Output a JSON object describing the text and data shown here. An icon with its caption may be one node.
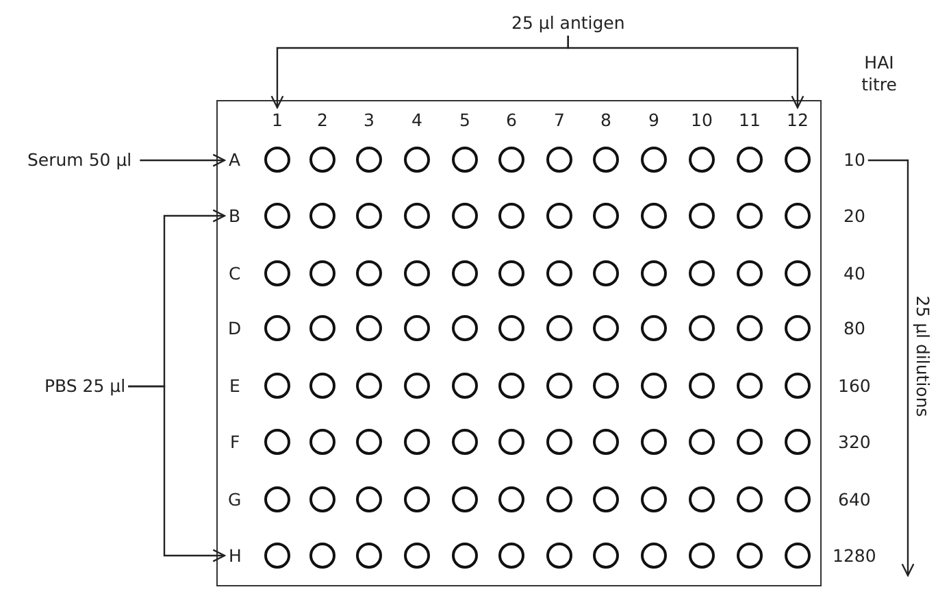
{
  "diagram": {
    "nodes": [
      {
        "text": [
          "25 µl antigen"
        ]
      },
      {
        "text": [
          "Serum 50 µl"
        ]
      },
      {
        "text": [
          "PBS 25 µl"
        ]
      },
      {
        "text": [],
        "shape": "box"
      },
      {
        "text": [
          "1"
        ],
        "in": 3
      },
      {
        "text": [
          "2"
        ],
        "in": 3
      },
      {
        "text": [
          "3"
        ],
        "in": 3
      },
      {
        "text": [
          "4"
        ],
        "in": 3
      },
      {
        "text": [
          "5"
        ],
        "in": 3
      },
      {
        "text": [
          "6"
        ],
        "in": 3
      },
      {
        "text": [
          "7"
        ],
        "in": 3
      },
      {
        "text": [
          "8"
        ],
        "in": 3
      },
      {
        "text": [
          "9"
        ],
        "in": 3
      },
      {
        "text": [
          "10"
        ],
        "in": 3
      },
      {
        "text": [
          "11"
        ],
        "in": 3
      },
      {
        "text": [
          "12"
        ],
        "in": 3
      },
      {
        "text": [
          "A"
        ],
        "in": 3
      },
      {
        "text": [],
        "shape": "circle",
        "in": 3
      },
      {
        "text": [],
        "shape": "circle",
        "in": 3
      },
      {
        "text": [],
        "shape": "circle",
        "in": 3
      },
      {
        "text": [],
        "shape": "circle",
        "in": 3
      },
      {
        "text": [],
        "shape": "circle",
        "in": 3
      },
      {
        "text": [],
        "shape": "circle",
        "in": 3
      },
      {
        "text": [],
        "shape": "circle",
        "in": 3
      },
      {
        "text": [],
        "shape": "circle",
        "in": 3
      },
      {
        "text": [],
        "shape": "circle",
        "in": 3
      },
      {
        "text": [],
        "shape": "circle",
        "in": 3
      },
      {
        "text": [],
        "shape": "circle",
        "in": 3
      },
      {
        "text": [],
        "shape": "circle",
        "in": 3
      },
      {
        "text": [
          "B"
        ],
        "in": 3
      },
      {
        "text": [],
        "shape": "circle",
        "in": 3
      },
      {
        "text": [],
        "shape": "circle",
        "in": 3
      },
      {
        "text": [],
        "shape": "circle",
        "in": 3
      },
      {
        "text": [],
        "shape": "circle",
        "in": 3
      },
      {
        "text": [],
        "shape": "circle",
        "in": 3
      },
      {
        "text": [],
        "shape": "circle",
        "in": 3
      },
      {
        "text": [],
        "shape": "circle",
        "in": 3
      },
      {
        "text": [],
        "shape": "circle",
        "in": 3
      },
      {
        "text": [],
        "shape": "circle",
        "in": 3
      },
      {
        "text": [],
        "shape": "circle",
        "in": 3
      },
      {
        "text": [],
        "shape": "circle",
        "in": 3
      },
      {
        "text": [],
        "shape": "circle",
        "in": 3
      },
      {
        "text": [
          "C"
        ],
        "in": 3
      },
      {
        "text": [],
        "shape": "circle",
        "in": 3
      },
      {
        "text": [],
        "shape": "circle",
        "in": 3
      },
      {
        "text": [],
        "shape": "circle",
        "in": 3
      },
      {
        "text": [],
        "shape": "circle",
        "in": 3
      },
      {
        "text": [],
        "shape": "circle",
        "in": 3
      },
      {
        "text": [],
        "shape": "circle",
        "in": 3
      },
      {
        "text": [],
        "shape": "circle",
        "in": 3
      },
      {
        "text": [],
        "shape": "circle",
        "in": 3
      },
      {
        "text": [],
        "shape": "circle",
        "in": 3
      },
      {
        "text": [],
        "shape": "circle",
        "in": 3
      },
      {
        "text": [],
        "shape": "circle",
        "in": 3
      },
      {
        "text": [],
        "shape": "circle",
        "in": 3
      },
      {
        "text": [
          "D"
        ],
        "in": 3
      },
      {
        "text": [],
        "shape": "circle",
        "in": 3
      },
      {
        "text": [],
        "shape": "circle",
        "in": 3
      },
      {
        "text": [],
        "shape": "circle",
        "in": 3
      },
      {
        "text": [],
        "shape": "circle",
        "in": 3
      },
      {
        "text": [],
        "shape": "circle",
        "in": 3
      },
      {
        "text": [],
        "shape": "circle",
        "in": 3
      },
      {
        "text": [],
        "shape": "circle",
        "in": 3
      },
      {
        "text": [],
        "shape": "circle",
        "in": 3
      },
      {
        "text": [],
        "shape": "circle",
        "in": 3
      },
      {
        "text": [],
        "shape": "circle",
        "in": 3
      },
      {
        "text": [],
        "shape": "circle",
        "in": 3
      },
      {
        "text": [],
        "shape": "circle",
        "in": 3
      },
      {
        "text": [
          "E"
        ],
        "in": 3
      },
      {
        "text": [],
        "shape": "circle",
        "in": 3
      },
      {
        "text": [],
        "shape": "circle",
        "in": 3
      },
      {
        "text": [],
        "shape": "circle",
        "in": 3
      },
      {
        "text": [],
        "shape": "circle",
        "in": 3
      },
      {
        "text": [],
        "shape": "circle",
        "in": 3
      },
      {
        "text": [],
        "shape": "circle",
        "in": 3
      },
      {
        "text": [],
        "shape": "circle",
        "in": 3
      },
      {
        "text": [],
        "shape": "circle",
        "in": 3
      },
      {
        "text": [],
        "shape": "circle",
        "in": 3
      },
      {
        "text": [],
        "shape": "circle",
        "in": 3
      },
      {
        "text": [],
        "shape": "circle",
        "in": 3
      },
      {
        "text": [],
        "shape": "circle",
        "in": 3
      },
      {
        "text": [
          "F"
        ],
        "in": 3
      },
      {
        "text": [],
        "shape": "circle",
        "in": 3
      },
      {
        "text": [],
        "shape": "circle",
        "in": 3
      },
      {
        "text": [],
        "shape": "circle",
        "in": 3
      },
      {
        "text": [],
        "shape": "circle",
        "in": 3
      },
      {
        "text": [],
        "shape": "circle",
        "in": 3
      },
      {
        "text": [],
        "shape": "circle",
        "in": 3
      },
      {
        "text": [],
        "shape": "circle",
        "in": 3
      },
      {
        "text": [],
        "shape": "circle",
        "in": 3
      },
      {
        "text": [],
        "shape": "circle",
        "in": 3
      },
      {
        "text": [],
        "shape": "circle",
        "in": 3
      },
      {
        "text": [],
        "shape": "circle",
        "in": 3
      },
      {
        "text": [],
        "shape": "circle",
        "in": 3
      },
      {
        "text": [
          "G"
        ],
        "in": 3
      },
      {
        "text": [],
        "shape": "circle",
        "in": 3
      },
      {
        "text": [],
        "shape": "circle",
        "in": 3
      },
      {
        "text": [],
        "shape": "circle",
        "in": 3
      },
      {
        "text": [],
        "shape": "circle",
        "in": 3
      },
      {
        "text": [],
        "shape": "circle",
        "in": 3
      },
      {
        "text": [],
        "shape": "circle",
        "in": 3
      },
      {
        "text": [],
        "shape": "circle",
        "in": 3
      },
      {
        "text": [],
        "shape": "circle",
        "in": 3
      },
      {
        "text": [],
        "shape": "circle",
        "in": 3
      },
      {
        "text": [],
        "shape": "circle",
        "in": 3
      },
      {
        "text": [],
        "shape": "circle",
        "in": 3
      },
      {
        "text": [],
        "shape": "circle",
        "in": 3
      },
      {
        "text": [
          "H"
        ],
        "in": 3
      },
      {
        "text": [],
        "shape": "circle",
        "in": 3
      },
      {
        "text": [],
        "shape": "circle",
        "in": 3
      },
      {
        "text": [],
        "shape": "circle",
        "in": 3
      },
      {
        "text": [],
        "shape": "circle",
        "in": 3
      },
      {
        "text": [],
        "shape": "circle",
        "in": 3
      },
      {
        "text": [],
        "shape": "circle",
        "in": 3
      },
      {
        "text": [],
        "shape": "circle",
        "in": 3
      },
      {
        "text": [],
        "shape": "circle",
        "in": 3
      },
      {
        "text": [],
        "shape": "circle",
        "in": 3
      },
      {
        "text": [],
        "shape": "circle",
        "in": 3
      },
      {
        "text": [],
        "shape": "circle",
        "in": 3
      },
      {
        "text": [],
        "shape": "circle",
        "in": 3
      },
      {
        "text": [
          "10"
        ]
      },
      {
        "text": [
          "20"
        ]
      },
      {
        "text": [
          "40"
        ]
      },
      {
        "text": [
          "80"
        ]
      },
      {
        "text": [
          "160"
        ]
      },
      {
        "text": [
          "320"
        ]
      },
      {
        "text": [
          "640"
        ]
      },
      {
        "text": [
          "1280"
        ]
      }
    ],
    "edges": [
      {
        "from": 0,
        "to": 4,
        "arrow": "to"
      },
      {
        "from": 0,
        "to": 15,
        "arrow": "to"
      },
      {
        "from": 1,
        "to": 16,
        "arrow": "to"
      },
      {
        "from": 2,
        "to": 29,
        "arrow": "to"
      },
      {
        "from": 2,
        "to": 107,
        "arrow": "to"
      },
      {
        "from": 120,
        "to": 127,
        "arrow": "to",
        "label": "25 µl dilutions"
      }
    ],
    "labels": [
      "HAI titre"
    ]
  }
}
